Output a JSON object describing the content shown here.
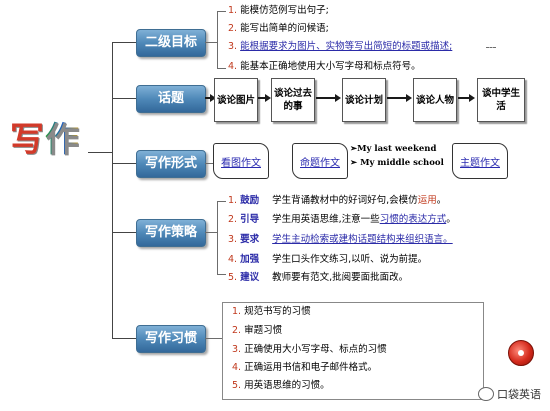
{
  "title": "写作",
  "categories": {
    "level2": "二级目标",
    "topics": "话题",
    "forms": "写作形式",
    "strategies": "写作策略",
    "habits": "写作习惯"
  },
  "level2_items": [
    {
      "num": "1.",
      "text": "能模仿范例写出句子;",
      "highlight": false
    },
    {
      "num": "2.",
      "text": "能写出简单的问候语;",
      "highlight": false
    },
    {
      "num": "3.",
      "text": "能根据要求为图片、实物等写出简短的标题或描述;",
      "highlight": true
    },
    {
      "num": "4.",
      "text": "能基本正确地使用大小写字母和标点符号。",
      "highlight": false
    }
  ],
  "topics": [
    "谈论图片",
    "谈论过去的事",
    "谈论计划",
    "谈论人物",
    "谈中学生活"
  ],
  "forms": {
    "scroll1": "看图作文",
    "scroll2": "命题作文",
    "lines": [
      "➢My last weekend",
      "➢ My middle school"
    ],
    "scroll3": "主题作文"
  },
  "strategies": [
    {
      "num": "1.",
      "key": "鼓励",
      "text": "学生背诵教材中的好词好句,会模仿",
      "extra": "运用",
      "tail": "。"
    },
    {
      "num": "2.",
      "key": "引导",
      "text": "学生用英语思维,注意一些",
      "extra": "习惯的表达方式",
      "tail": "。"
    },
    {
      "num": "3.",
      "key": "要求",
      "text": "学生主动检索或建构话题结构来组织语言。",
      "extra": "",
      "tail": ""
    },
    {
      "num": "4.",
      "key": "加强",
      "text": "学生口头作文练习,以听、说为前提。",
      "extra": "",
      "tail": ""
    },
    {
      "num": "5.",
      "key": "建议",
      "text": "教师要有范文,批阅要面批面改。",
      "extra": "",
      "tail": ""
    }
  ],
  "habits": [
    {
      "num": "1.",
      "text": "规范书写的习惯"
    },
    {
      "num": "2.",
      "text": "审题习惯"
    },
    {
      "num": "3.",
      "text": "正确使用大小写字母、标点的习惯"
    },
    {
      "num": "4.",
      "text": "正确运用书信和电子邮件格式。"
    },
    {
      "num": "5.",
      "text": "用英语思维的习惯。"
    }
  ],
  "watermark": "口袋英语",
  "colors": {
    "category_blue": "#4e88b8",
    "number_red": "#c0391d",
    "link_blue": "#2b2ba8"
  }
}
